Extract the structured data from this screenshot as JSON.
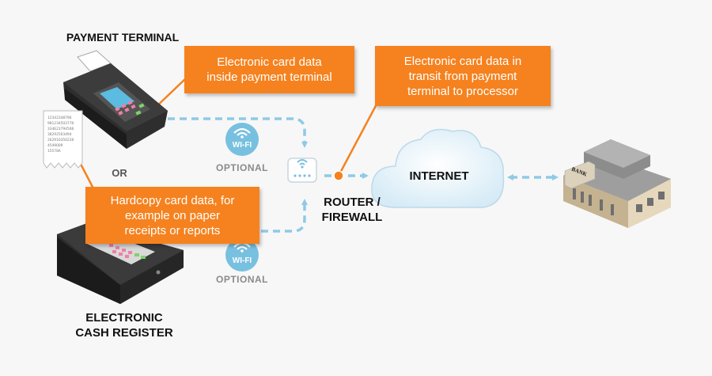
{
  "labels": {
    "payment_terminal": "PAYMENT TERMINAL",
    "or": "OR",
    "cash_register": "ELECTRONIC\nCASH REGISTER",
    "router": "ROUTER /\nFIREWALL",
    "internet": "INTERNET",
    "optional_top": "OPTIONAL",
    "optional_bottom": "OPTIONAL",
    "wifi_top": "WI-FI",
    "wifi_bottom": "WI-FI",
    "bank_sign": "BANK"
  },
  "callouts": {
    "terminal_data": "Electronic card data\ninside payment terminal",
    "transit_data": "Electronic card data in\ntransit from payment\nterminal to processor",
    "hardcopy_data": "Hardcopy card data, for\nexample on paper\nreceipts or reports"
  },
  "receipt_lines": [
    "1234234879O",
    "9812345O3778",
    "3346237945O8",
    "382925O3494",
    "26291O35O228",
    "4549OO9",
    "15578A"
  ],
  "colors": {
    "accent_orange": "#f5821f",
    "flow_blue": "#8ecae6",
    "wifi_blue": "#78c0e0"
  }
}
